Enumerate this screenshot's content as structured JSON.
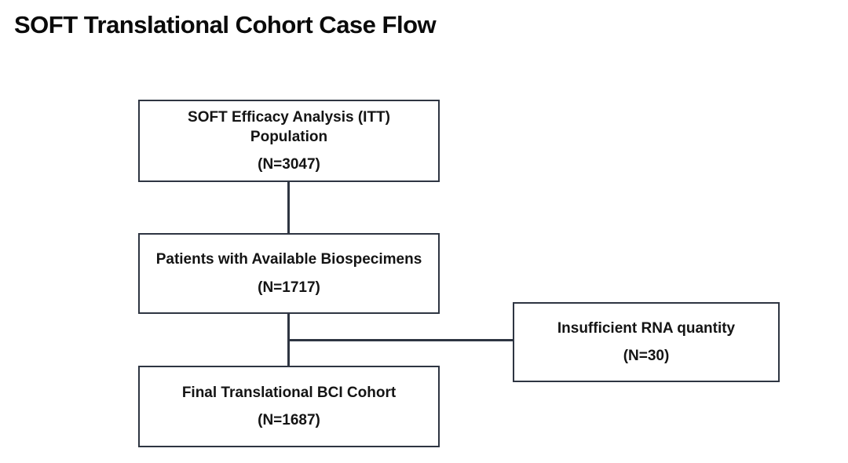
{
  "title": "SOFT Translational Cohort Case Flow",
  "flowchart": {
    "boxes": [
      {
        "id": "itt",
        "label": "SOFT Efficacy Analysis (ITT) Population",
        "count": "(N=3047)"
      },
      {
        "id": "bio",
        "label": "Patients with Available Biospecimens",
        "count": "(N=1717)"
      },
      {
        "id": "final",
        "label": "Final Translational BCI Cohort",
        "count": "(N=1687)"
      },
      {
        "id": "rna",
        "label": "Insufficient RNA quantity",
        "count": "(N=30)"
      }
    ],
    "edges": [
      {
        "from": "itt",
        "to": "bio",
        "type": "down"
      },
      {
        "from": "bio",
        "to": "final",
        "type": "down"
      },
      {
        "from": "bio",
        "to": "rna",
        "type": "branch-right"
      }
    ],
    "colors": {
      "border": "#2e3542",
      "line": "#2e3542",
      "text": "#141414",
      "background": "#ffffff"
    }
  }
}
